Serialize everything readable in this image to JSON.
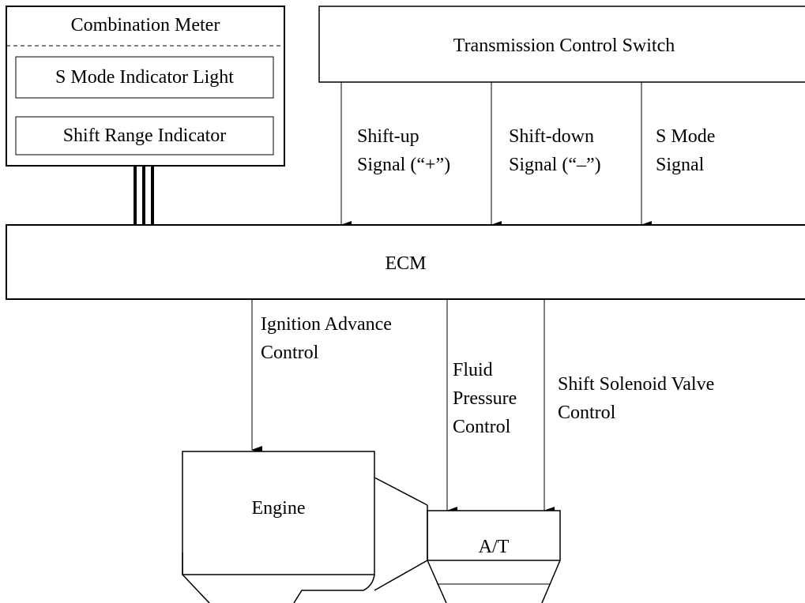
{
  "combination_meter": {
    "title": "Combination Meter",
    "s_mode_indicator": "S Mode Indicator Light",
    "shift_range_indicator": "Shift Range Indicator"
  },
  "transmission_switch": {
    "label": "Transmission Control Switch"
  },
  "signals": {
    "shift_up": [
      "Shift-up",
      "Signal (“+”)"
    ],
    "shift_down": [
      "Shift-down",
      "Signal (“–”)"
    ],
    "s_mode": [
      "S Mode",
      "Signal"
    ]
  },
  "ecm": {
    "label": "ECM"
  },
  "controls": {
    "ignition": [
      "Ignition Advance",
      "Control"
    ],
    "fluid_pressure": [
      "Fluid",
      "Pressure",
      "Control"
    ],
    "shift_solenoid": [
      "Shift Solenoid Valve",
      "Control"
    ]
  },
  "engine": {
    "label": "Engine"
  },
  "transmission": {
    "label": "A/T"
  }
}
